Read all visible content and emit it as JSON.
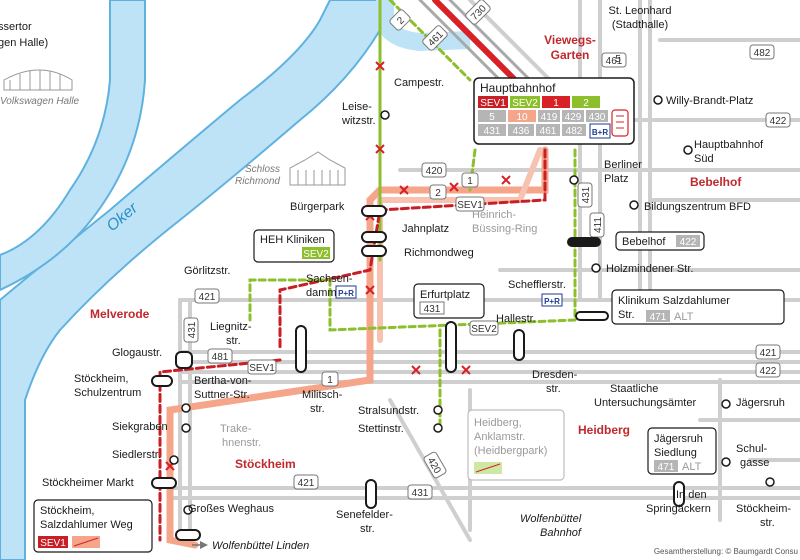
{
  "colors": {
    "river": "#bfe3f6",
    "river_edge": "#5fb2e0",
    "bus": "#cfcfcf",
    "tram_red": "#d82027",
    "tram_salmon": "#f4a58a",
    "sev2": "#8dbf2c",
    "sev1": "#c81e26",
    "grey_route": "#a9a9a9",
    "district": "#c0282d"
  },
  "river": {
    "name": "Oker"
  },
  "districts": {
    "viewegs": "Viewegs-\nGarten",
    "bebelhof": "Bebelhof",
    "melverode": "Melverode",
    "stoeckheim": "Stöckheim",
    "heidberg": "Heidberg"
  },
  "landmarks": {
    "schloss": "Schloss\nRichmond",
    "vw_line1": "ssertor",
    "vw_line2": "gen Halle)",
    "vw_halle": "Volkswagen Halle",
    "baumgardt": "Gesamtherstellung: © Baumgardt Consu"
  },
  "stops": {
    "st_leonhard": "St. Leonhard\n(Stadthalle)",
    "campestr": "Campestr.",
    "willy_brandt": "Willy-Brandt-Platz",
    "hbf_sued": "Hauptbahnhof\nSüd",
    "leisewitz": "Leise-\nwitzstr.",
    "berliner_platz": "Berliner\nPlatz",
    "buergerpark": "Bürgerpark",
    "bildungszentrum": "Bildungszentrum BFD",
    "jahnplatz": "Jahnplatz",
    "heinrich_buessing": "Heinrich-\nBüssing-Ring",
    "richmondweg": "Richmondweg",
    "heh_kliniken": "HEH Kliniken",
    "goerlitzstr": "Görlitzstr.",
    "holzmindener": "Holzmindener Str.",
    "schefflerstr": "Schefflerstr.",
    "sachsendamm": "Sachsen-\ndamm",
    "erfurtplatz": "Erfurtplatz",
    "klinikum": "Klinikum Salzdahlumer\nStr.",
    "liegnitzstr": "Liegnitz-\nstr.",
    "hallestr": "Hallestr.",
    "glogaustr": "Glogaustr.",
    "dresdenstr": "Dresden-\nstr.",
    "stoeckheim_sz": "Stöckheim,\nSchulzentrum",
    "bertha": "Bertha-von-\nSuttner-Str.",
    "militschstr": "Militsch-\nstr.",
    "staatliche": "Staatliche\nUntersuchungsämter",
    "jaegersruh": "Jägersruh",
    "stralsund": "Stralsundstr.",
    "stettin": "Stettinstr.",
    "trakehnenstr": "Trake-\nhnenstr.",
    "siekgraben": "Siekgraben",
    "heidberg_anklam": "Heidberg,\nAnklamstr.\n(Heidbergpark)",
    "jaegersruh_siedlung": "Jägersruh\nSiedlung",
    "schulgasse": "Schul-\ngasse",
    "siedlerstr": "Siedlerstr.",
    "stoeckheimer_markt": "Stöckheimer Markt",
    "stoeckheim_salz": "Stöckheim,\nSalzdahlumer Weg",
    "grosses_weghaus": "Großes Weghaus",
    "senefelder": "Senefelder-\nstr.",
    "in_den_spring": "In den\nSpringäckern",
    "stoeckheim_sued": "Stöckheim-\nstr.",
    "bebelhof_stop": "Bebelhof"
  },
  "destinations": {
    "wf_linden": "Wolfenbüttel Linden",
    "wf_bahnhof": "Wolfenbüttel\nBahnhof"
  },
  "routes": {
    "r1": "1",
    "r2": "2",
    "r5": "5",
    "r10": "10",
    "r411": "411",
    "r419": "419",
    "r420": "420",
    "r421": "421",
    "r422": "422",
    "r429": "429",
    "r430": "430",
    "r431": "431",
    "r436": "436",
    "r461": "461",
    "r471": "471",
    "r481": "481",
    "r482": "482",
    "r730": "730"
  },
  "badges": {
    "sev1": "SEV1",
    "sev2": "SEV2",
    "alt": "ALT",
    "pr": "P+R",
    "br": "B+R"
  },
  "hauptbahnhof": {
    "title": "Hauptbahnhof",
    "row1": [
      "SEV1",
      "SEV2",
      "1",
      "2"
    ],
    "row2": [
      "5",
      "10",
      "419",
      "429",
      "430"
    ],
    "row3": [
      "431",
      "436",
      "461",
      "482"
    ]
  }
}
